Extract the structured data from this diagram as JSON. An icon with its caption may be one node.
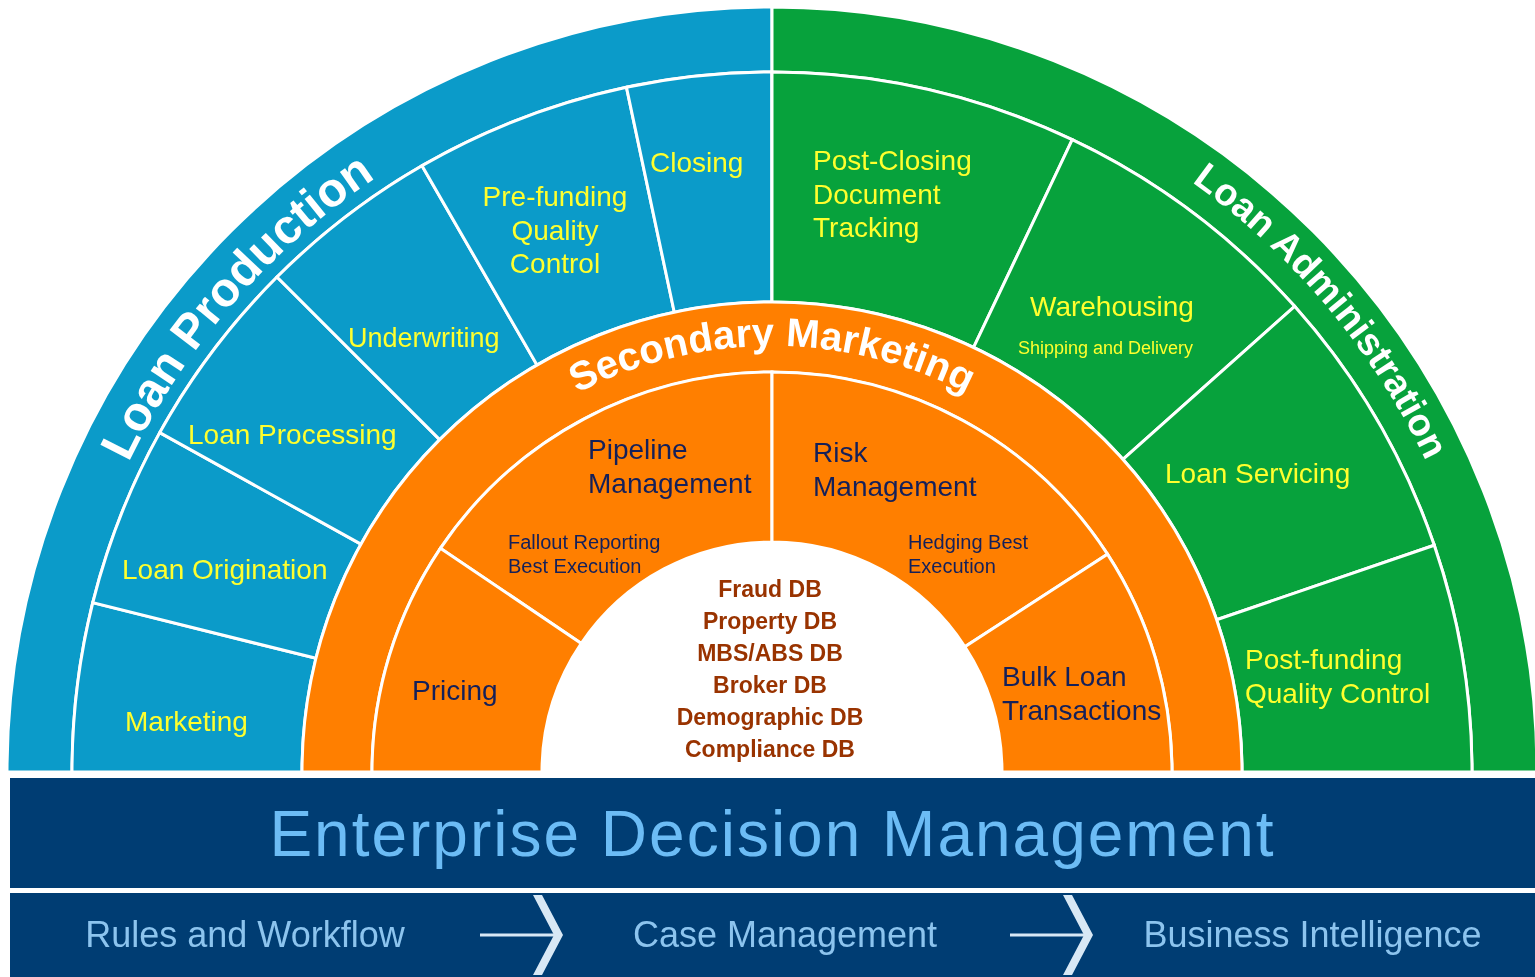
{
  "diagram": {
    "nodes": [
      {
        "text": [
          "Loan Production"
        ]
      },
      {
        "text": [
          "Marketing"
        ],
        "in": 0
      },
      {
        "text": [
          "Loan Origination"
        ],
        "in": 0
      },
      {
        "text": [
          "Loan Processing"
        ],
        "in": 0
      },
      {
        "text": [
          "Underwriting"
        ],
        "in": 0
      },
      {
        "text": [
          "Pre-funding Quality Control"
        ],
        "in": 0
      },
      {
        "text": [
          "Closing"
        ],
        "in": 0
      },
      {
        "text": [
          "Loan Administration"
        ]
      },
      {
        "text": [
          "Post-Closing Document Tracking"
        ],
        "in": 7
      },
      {
        "text": [
          "Warehousing",
          "Shipping and Delivery"
        ],
        "in": 7
      },
      {
        "text": [
          "Loan Servicing"
        ],
        "in": 7
      },
      {
        "text": [
          "Post-funding Quality Control"
        ],
        "in": 7
      },
      {
        "text": [
          "Secondary Marketing"
        ]
      },
      {
        "text": [
          "Pipeline Management",
          "Fallout Reporting Best Execution"
        ],
        "in": 12
      },
      {
        "text": [
          "Risk Management",
          "Hedging Best Execution"
        ],
        "in": 12
      },
      {
        "text": [
          "Pricing"
        ],
        "in": 12
      },
      {
        "text": [
          "Bulk Loan Transactions"
        ],
        "in": 12
      },
      {
        "text": [
          "Fraud DB",
          "Property DB",
          "MBS/ABS DB",
          "Broker DB",
          "Demographic DB",
          "Compliance DB"
        ],
        "in": 12
      },
      {
        "text": [
          "Enterprise Decision Management"
        ]
      },
      {
        "text": [
          "Rules and Workflow"
        ]
      },
      {
        "text": [
          "Case Management"
        ]
      },
      {
        "text": [
          "Business Intelligence"
        ]
      }
    ],
    "edges": [
      {
        "from": 19,
        "to": 20,
        "arrow": "to"
      },
      {
        "from": 20,
        "to": 21,
        "arrow": "to"
      }
    ]
  }
}
